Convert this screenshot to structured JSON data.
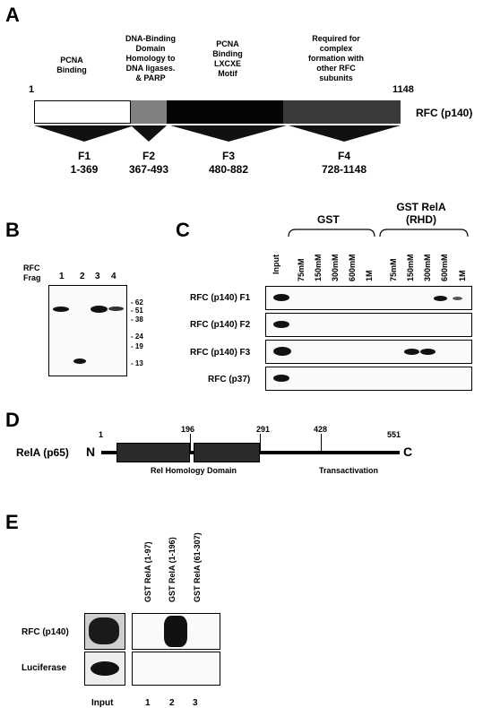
{
  "panelA": {
    "letter": "A",
    "start": "1",
    "end": "1148",
    "protein": "RFC (p140)",
    "annotations": [
      {
        "text": "PCNA\nBinding"
      },
      {
        "text": "DNA-Binding\nDomain\nHomology to\nDNA ligases.\n& PARP"
      },
      {
        "text": "PCNA\nBinding\nLXCXE\nMotif"
      },
      {
        "text": "Required for\ncomplex\nformation with\nother RFC\nsubunits"
      }
    ],
    "fragments": [
      {
        "name": "F1",
        "range": "1-369"
      },
      {
        "name": "F2",
        "range": "367-493"
      },
      {
        "name": "F3",
        "range": "480-882"
      },
      {
        "name": "F4",
        "range": "728-1148"
      }
    ]
  },
  "panelB": {
    "letter": "B",
    "label": "RFC\nFrag",
    "lanes": [
      "1",
      "2",
      "3",
      "4"
    ],
    "markers": [
      "- 62",
      "- 51",
      "- 38",
      "- 24",
      "- 19",
      "- 13"
    ]
  },
  "panelC": {
    "letter": "C",
    "group1": "GST",
    "group2": "GST RelA\n(RHD)",
    "lanes": [
      "Input",
      "75mM",
      "150mM",
      "300mM",
      "600mM",
      "1M",
      "75mM",
      "150mM",
      "300mM",
      "600mM",
      "1M"
    ],
    "rows": [
      "RFC (p140) F1",
      "RFC (p140) F2",
      "RFC (p140) F3",
      "RFC (p37)"
    ]
  },
  "panelD": {
    "letter": "D",
    "protein": "RelA (p65)",
    "n_term": "N",
    "c_term": "C",
    "positions": [
      "1",
      "196",
      "291",
      "428",
      "551"
    ],
    "domain1": "Rel Homology Domain",
    "domain2": "Transactivation"
  },
  "panelE": {
    "letter": "E",
    "lanes": [
      "GST RelA (1-97)",
      "GST RelA (1-196)",
      "GST RelA (61-307)"
    ],
    "rows": [
      "RFC (p140)",
      "Luciferase"
    ],
    "bottom": [
      "Input",
      "1",
      "2",
      "3"
    ]
  }
}
